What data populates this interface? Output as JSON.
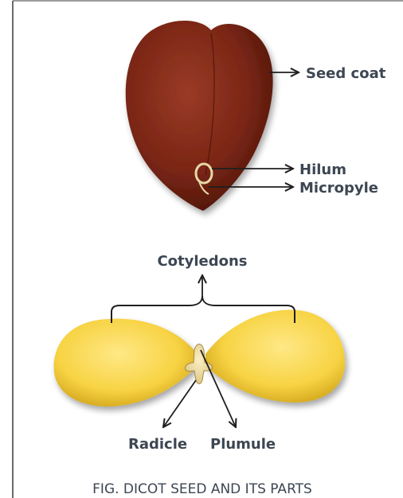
{
  "diagram": {
    "labels": {
      "seed_coat": "Seed coat",
      "hilum": "Hilum",
      "micropyle": "Micropyle",
      "cotyledons": "Cotyledons",
      "radicle": "Radicle",
      "plumule": "Plumule"
    },
    "caption": "FIG. DICOT SEED AND ITS PARTS"
  },
  "colors": {
    "seed_coat": "#6e1f12",
    "cotyledon": "#f7d343",
    "text": "#3d4652",
    "arrow": "#1f1f1f"
  }
}
